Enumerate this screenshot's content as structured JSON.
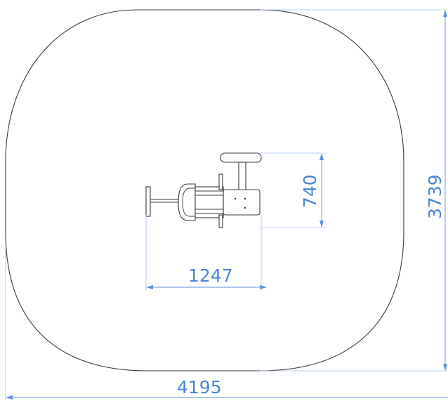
{
  "dimensions": {
    "total_width": "4195",
    "total_height": "3739",
    "equipment_width": "1247",
    "equipment_height": "740"
  },
  "colors": {
    "outline": "#3a3a3a",
    "dimension": "#5b8fd9",
    "background": "#ffffff"
  }
}
